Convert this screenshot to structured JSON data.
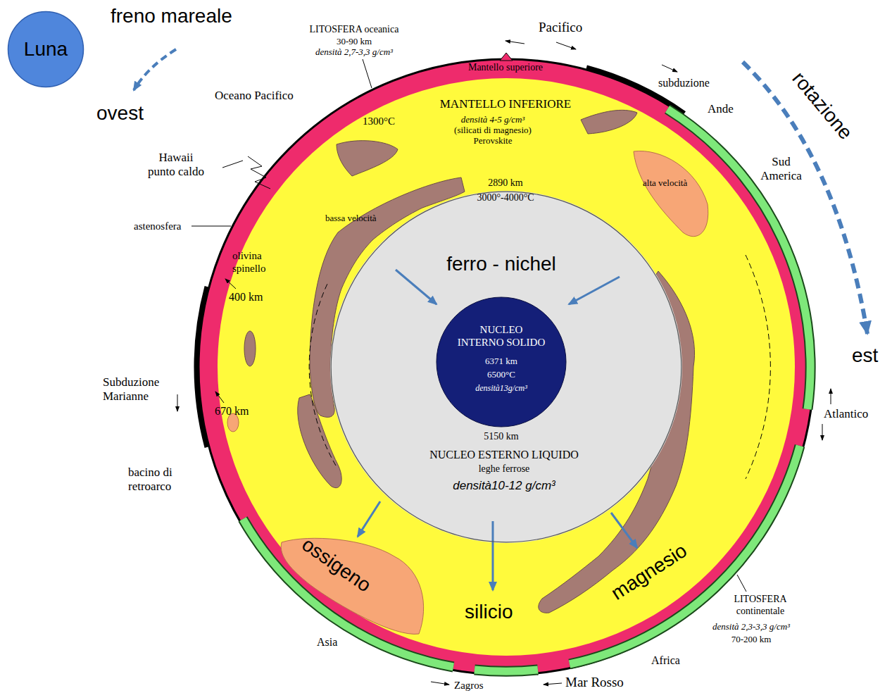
{
  "diagram": {
    "nodes": [
      {
        "text": [
          "Luna"
        ]
      },
      {
        "text": [
          "ferro - nichel",
          "5150 km",
          "NUCLEO ESTERNO LIQUIDO",
          "leghe ferrose",
          "densità10-12 g/cm³"
        ]
      },
      {
        "text": [
          "NUCLEO INTERNO SOLIDO",
          "6371 km",
          "6500°C",
          "densità13g/cm³"
        ],
        "in": 1
      }
    ],
    "labels": [
      "freno mareale",
      "ovest",
      "rotazione",
      "est",
      "LITOSFERA oceanica",
      "30-90 km",
      "densità 2,7-3,3 g/cm³",
      "Pacifico",
      "Mantello superiore",
      "subduzione",
      "Ande",
      "Oceano Pacifico",
      "MANTELLO INFERIORE",
      "densità 4-5 g/cm³",
      "(silicati di magnesio)",
      "Perovskite",
      "1300°C",
      "Sud America",
      "Hawaii punto caldo",
      "astenosfera",
      "2890 km",
      "3000°-4000°C",
      "alta velocità",
      "bassa velocità",
      "olivina spinello",
      "400 km",
      "Subduzione Marianne",
      "670 km",
      "Atlantico",
      "bacino di retroarco",
      "ossigeno",
      "silicio",
      "magnesio",
      "LITOSFERA continentale",
      "densità 2,3-3,3 g/cm³",
      "70-200 km",
      "Asia",
      "Africa",
      "Zagros",
      "Mar Rosso"
    ]
  }
}
